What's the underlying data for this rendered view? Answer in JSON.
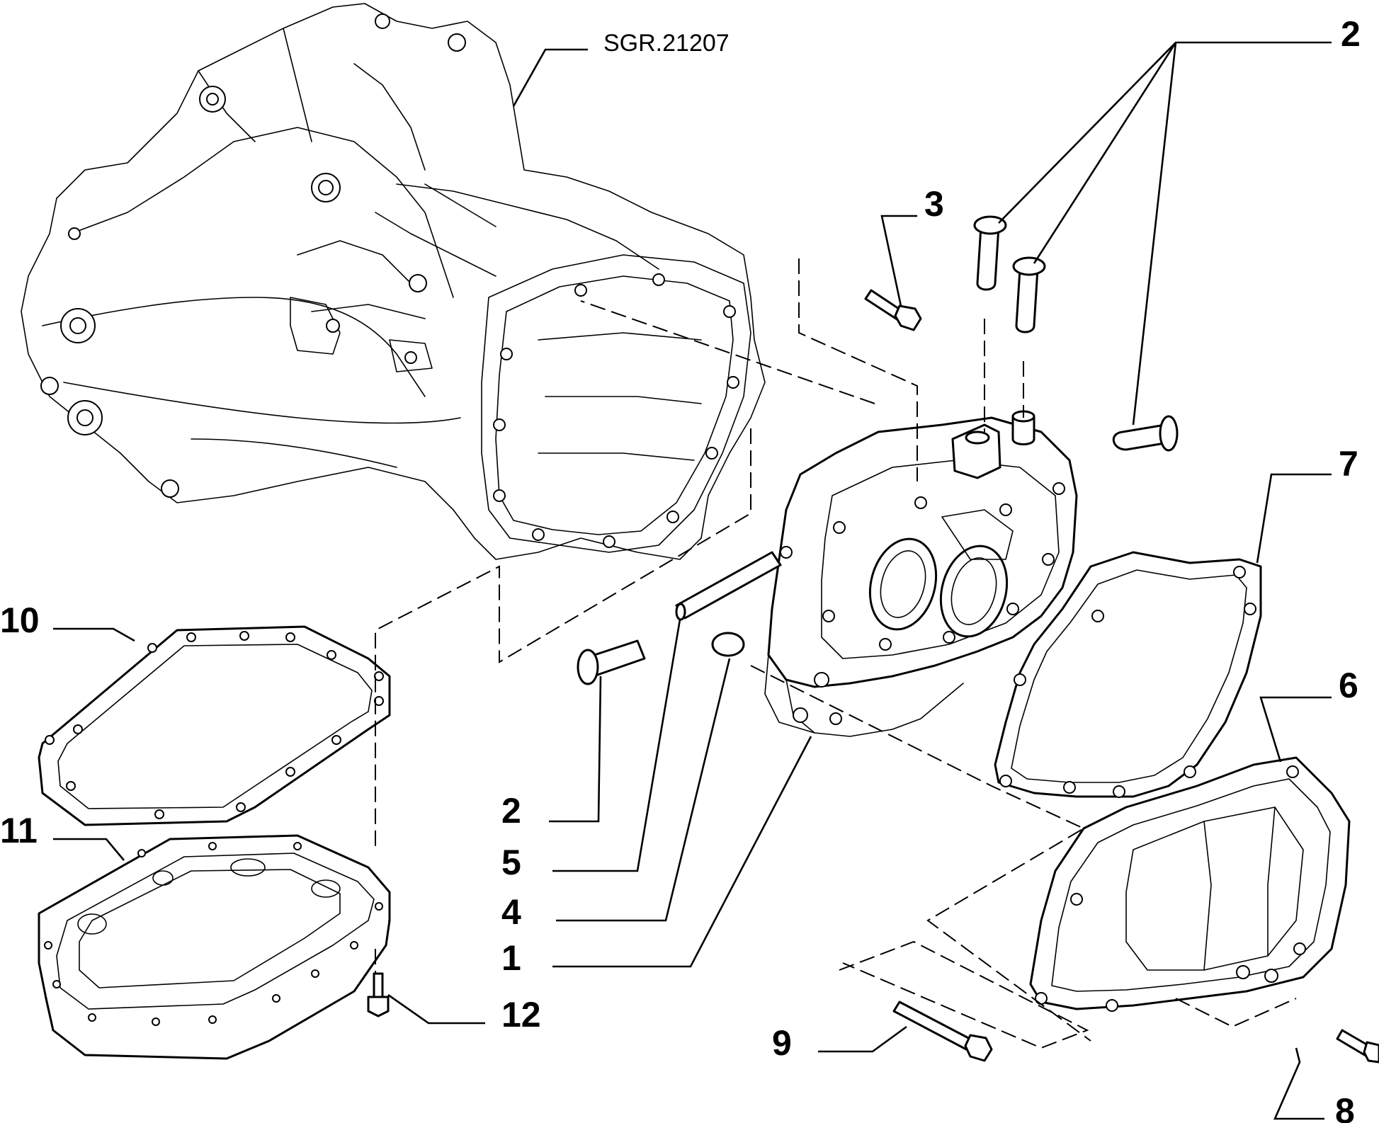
{
  "reference_code": "SGR.21207",
  "callouts": {
    "c1": "1",
    "c2_top": "2",
    "c2_left": "2",
    "c3": "3",
    "c4": "4",
    "c5": "5",
    "c6": "6",
    "c7": "7",
    "c8": "8",
    "c9": "9",
    "c10": "10",
    "c11": "11",
    "c12": "12"
  }
}
